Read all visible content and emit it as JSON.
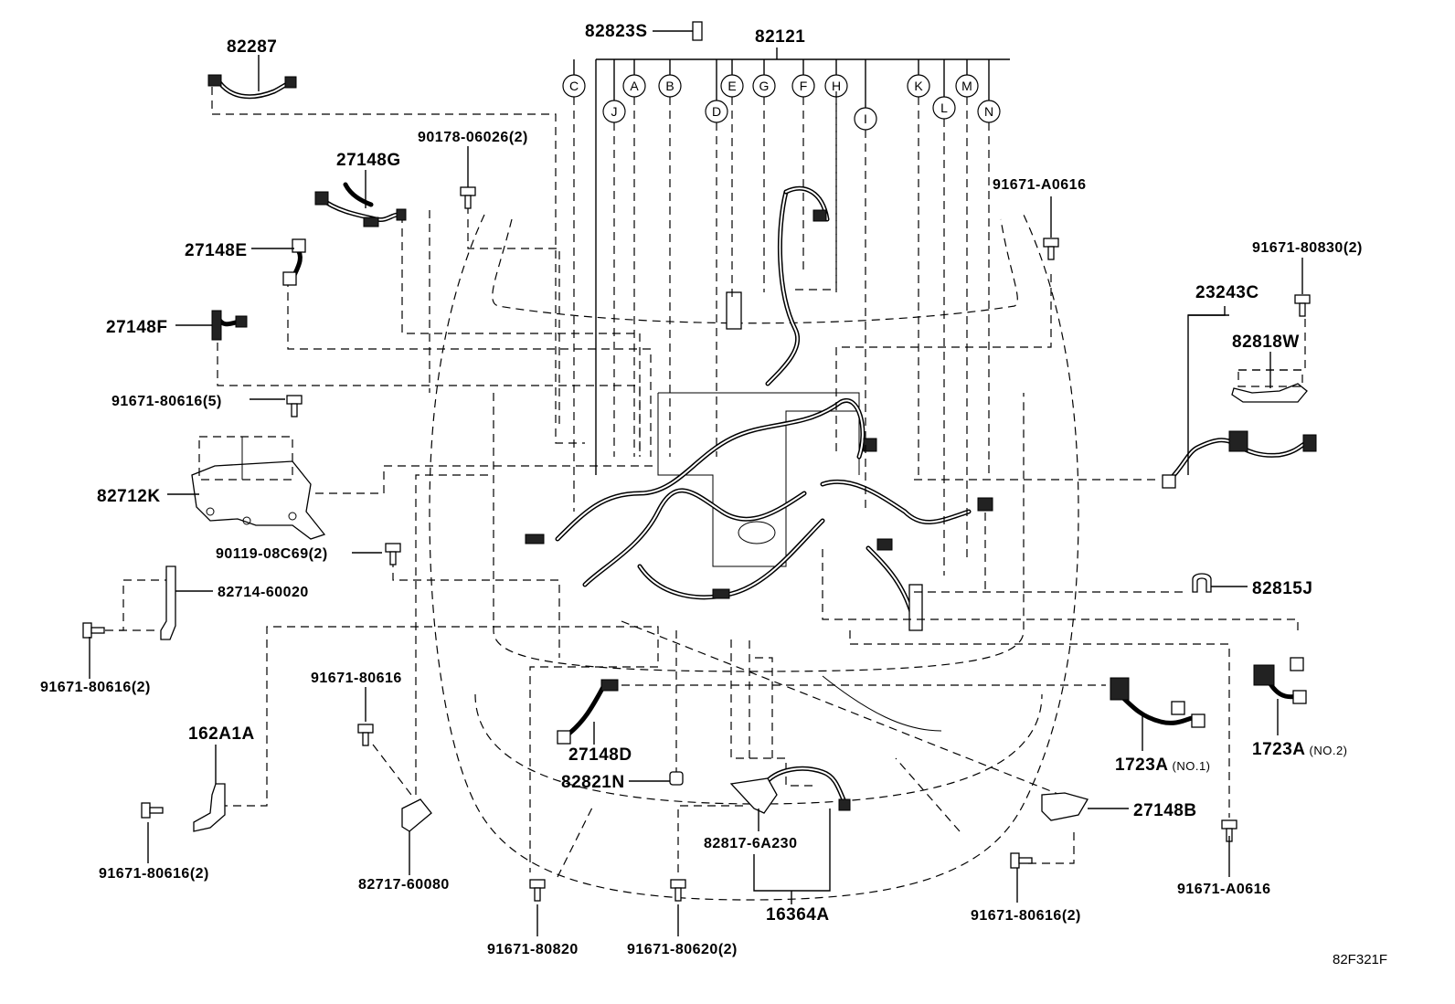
{
  "figure_code": "82F321F",
  "main_assembly": "82121",
  "connector_letters": [
    "A",
    "B",
    "C",
    "D",
    "E",
    "F",
    "G",
    "H",
    "I",
    "J",
    "K",
    "L",
    "M",
    "N"
  ],
  "parts": {
    "p82287": "82287",
    "p82823S": "82823S",
    "p82121": "82121",
    "p90178": "90178-06026(2)",
    "p27148G": "27148G",
    "p27148E": "27148E",
    "p27148F": "27148F",
    "p91671_80616_5": "91671-80616(5)",
    "p82712K": "82712K",
    "p90119": "90119-08C69(2)",
    "p82714": "82714-60020",
    "p91671_80616_2a": "91671-80616(2)",
    "p91671_80616_single": "91671-80616",
    "p162A1A": "162A1A",
    "p91671_80616_2b": "91671-80616(2)",
    "p82717": "82717-60080",
    "p27148D": "27148D",
    "p82821N": "82821N",
    "p91671_80820": "91671-80820",
    "p91671_80620": "91671-80620(2)",
    "p82817": "82817-6A230",
    "p16364A": "16364A",
    "p91671_80616_2c": "91671-80616(2)",
    "p27148B": "27148B",
    "p91671_A0616_top": "91671-A0616",
    "p91671_A0616_bot": "91671-A0616",
    "p91671_80830": "91671-80830(2)",
    "p23243C": "23243C",
    "p82818W": "82818W",
    "p82815J": "82815J",
    "p1723A_1": "1723A",
    "p1723A_1_note": "(NO.1)",
    "p1723A_2": "1723A",
    "p1723A_2_note": "(NO.2)"
  }
}
